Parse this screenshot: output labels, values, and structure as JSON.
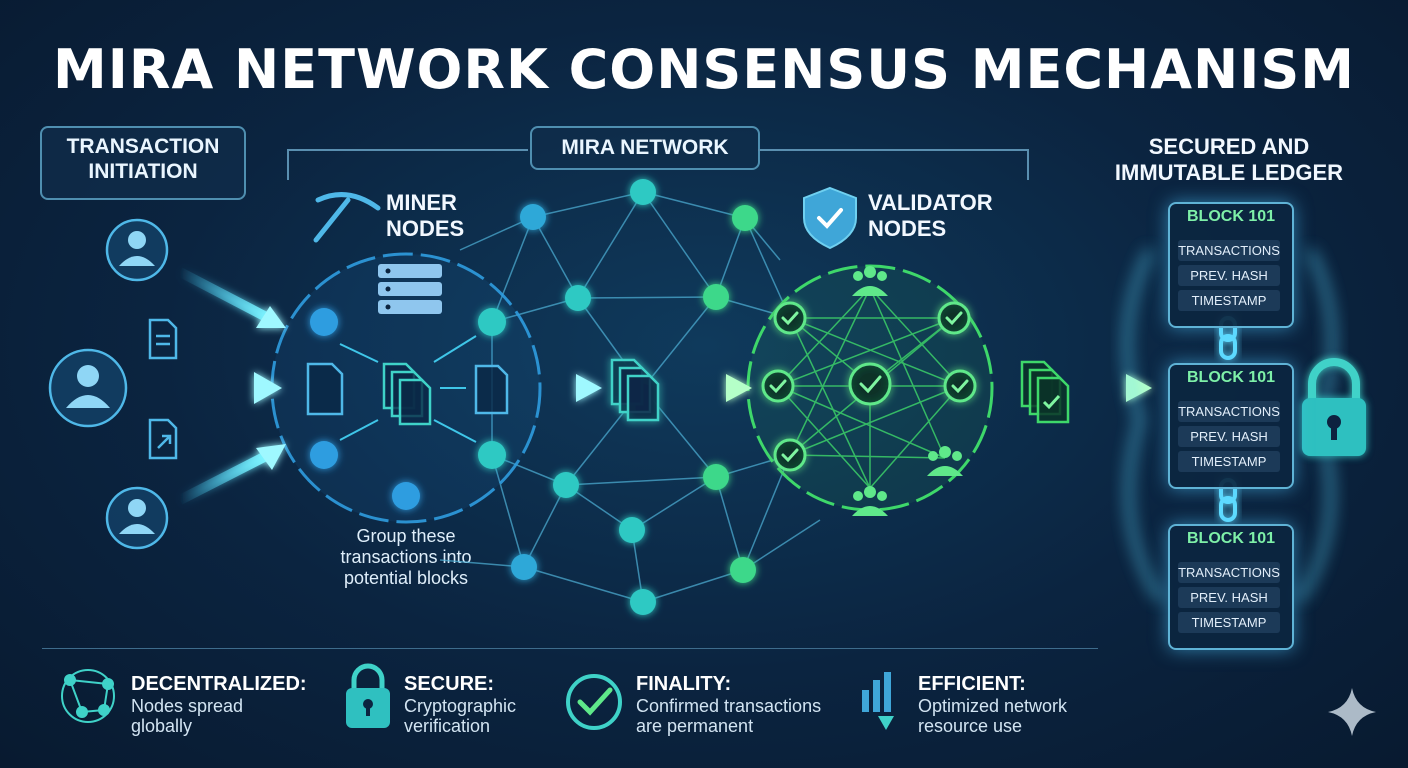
{
  "title": "MIRA NETWORK CONSENSUS MECHANISM",
  "sections": {
    "initiation": "TRANSACTION\nINITIATION",
    "network": "MIRA NETWORK",
    "miners": "MINER\nNODES",
    "validators": "VALIDATOR\nNODES",
    "ledger": "SECURED AND\nIMMUTABLE LEDGER"
  },
  "miner_caption": "Group these\ntransactions into\npotential blocks",
  "blocks": [
    {
      "title": "BLOCK 101",
      "rows": [
        "TRANSACTIONS",
        "PREV. HASH",
        "TIMESTAMP"
      ]
    },
    {
      "title": "BLOCK 101",
      "rows": [
        "TRANSACTIONS",
        "PREV. HASH",
        "TIMESTAMP"
      ]
    },
    {
      "title": "BLOCK 101",
      "rows": [
        "TRANSACTIONS",
        "PREV. HASH",
        "TIMESTAMP"
      ]
    }
  ],
  "features": [
    {
      "title": "DECENTRALIZED:",
      "desc": "Nodes spread\nglobally",
      "icon": "network-globe-icon"
    },
    {
      "title": "SECURE:",
      "desc": "Cryptographic\nverification",
      "icon": "padlock-icon"
    },
    {
      "title": "FINALITY:",
      "desc": "Confirmed transactions\nare permanent",
      "icon": "check-circle-icon"
    },
    {
      "title": "EFFICIENT:",
      "desc": "Optimized network\nresource use",
      "icon": "bar-chart-arrow-icon"
    }
  ],
  "colors": {
    "background": "#0b2440",
    "miner_blue": "#2f9de0",
    "network_teal": "#2fc9c3",
    "validator_green": "#3ed86a",
    "block_title": "#7ef0a8",
    "glow": "#5fdcff"
  }
}
